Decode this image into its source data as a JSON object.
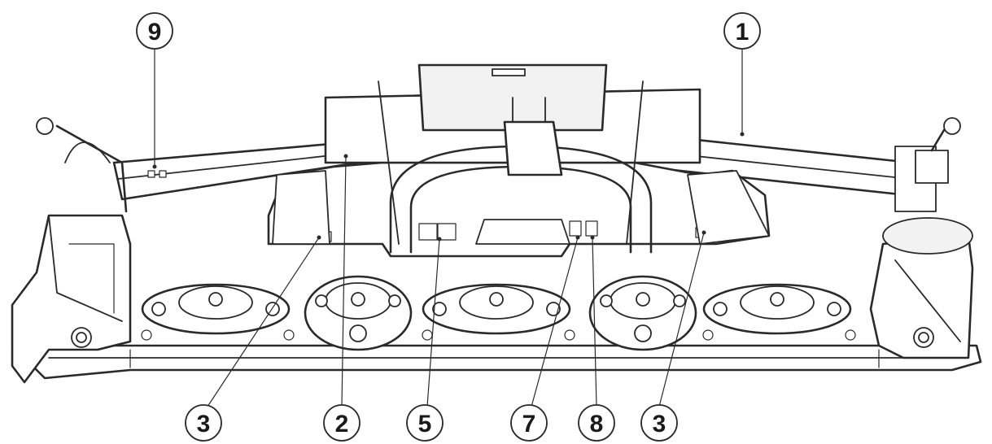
{
  "callouts": [
    {
      "id": "c9",
      "label": "9"
    },
    {
      "id": "c1",
      "label": "1"
    },
    {
      "id": "c3a",
      "label": "3"
    },
    {
      "id": "c2",
      "label": "2"
    },
    {
      "id": "c5",
      "label": "5"
    },
    {
      "id": "c7",
      "label": "7"
    },
    {
      "id": "c8",
      "label": "8"
    },
    {
      "id": "c3b",
      "label": "3"
    }
  ],
  "colors": {
    "line": "#2a2a2a",
    "background": "#ffffff"
  }
}
